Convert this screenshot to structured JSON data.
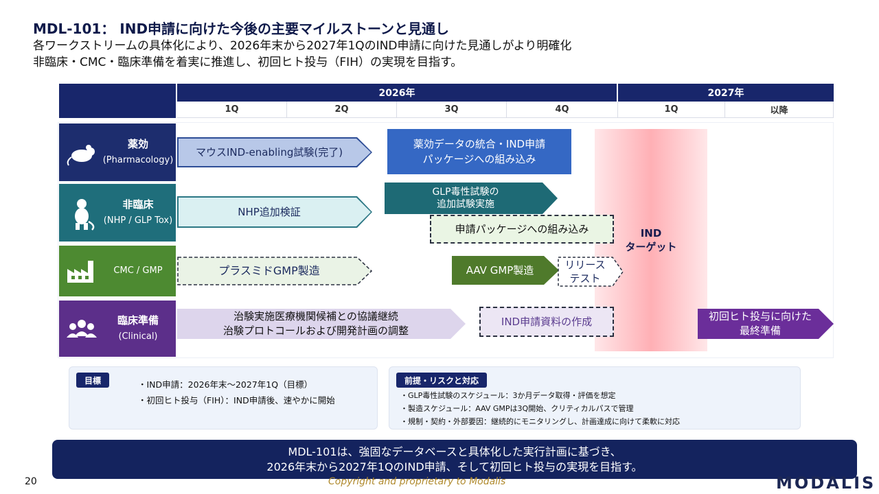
{
  "header": {
    "title": "MDL-101： IND申請に向けた今後の主要マイルストーンと見通し",
    "subtitle_1": "各ワークストリームの具体化により、2026年末から2027年1QのIND申請に向けた見通しがより明確化",
    "subtitle_2": "非臨床・CMC・臨床準備を着実に推進し、初回ヒト投与（FIH）の実現を目指す。"
  },
  "timeline": {
    "years": [
      "2026年",
      "2027年"
    ],
    "quarters": [
      "1Q",
      "2Q",
      "3Q",
      "4Q",
      "1Q",
      "以降"
    ]
  },
  "categories": {
    "pharmacology": {
      "name": "薬効",
      "sub": "(Pharmacology)",
      "icon": "mouse-icon"
    },
    "nonclinical": {
      "name": "非臨床",
      "sub": "(NHP / GLP Tox)",
      "icon": "monkey-icon"
    },
    "cmc": {
      "name": "CMC / GMP",
      "icon": "factory-icon"
    },
    "clinical": {
      "name": "臨床準備",
      "sub": "(Clinical)",
      "icon": "people-icon"
    }
  },
  "tasks": {
    "pharm_1": "マウスIND-enabling試験(完了)",
    "pharm_2a": "薬効データの統合・IND申請",
    "pharm_2b": "パッケージへの組み込み",
    "nhp_1": "NHP追加検証",
    "nhp_2a": "GLP毒性試験の",
    "nhp_2b": "追加試験実施",
    "nhp_3": "申請パッケージへの組み込み",
    "cmc_1": "プラスミドGMP製造",
    "cmc_2": "AAV GMP製造",
    "cmc_3a": "リリース",
    "cmc_3b": "テスト",
    "clin_1a": "治験実施医療機関候補との協議継続",
    "clin_1b": "治験プロトコールおよび開発計画の調整",
    "clin_2": "IND申請資料の作成",
    "clin_3a": "初回ヒト投与に向けた",
    "clin_3b": "最終準備"
  },
  "ind_target": {
    "line1": "IND",
    "line2": "ターゲット"
  },
  "goals": {
    "tag": "目標",
    "items": [
      "・IND申請：2026年末～2027年1Q（目標）",
      "・初回ヒト投与（FIH）：IND申請後、速やかに開始"
    ]
  },
  "risks": {
    "tag": "前提・リスクと対応",
    "items": [
      "・GLP毒性試験のスケジュール：3か月データ取得・評価を想定",
      "・製造スケジュール：AAV GMPは3Q開始、クリティカルパスで管理",
      "・規制・契約・外部要因：継続的にモニタリングし、計画達成に向けて柔軟に対応"
    ]
  },
  "banner": {
    "line1": "MDL-101は、強固なデータベースと具体化した実行計画に基づき、",
    "line2": "2026年末から2027年1QのIND申請、そして初回ヒト投与の実現を目指す。"
  },
  "footer": {
    "page_number": "20",
    "copyright": "Copyright and proprietary to Modalis",
    "logo": "MODALIS"
  },
  "colors": {
    "navy": "#18266b",
    "pharmacology": "#1d2d6e",
    "nonclinical": "#1f6e7b",
    "cmc": "#4d8a31",
    "clinical": "#5c2f8a",
    "ind_target": "#ff6e78"
  }
}
